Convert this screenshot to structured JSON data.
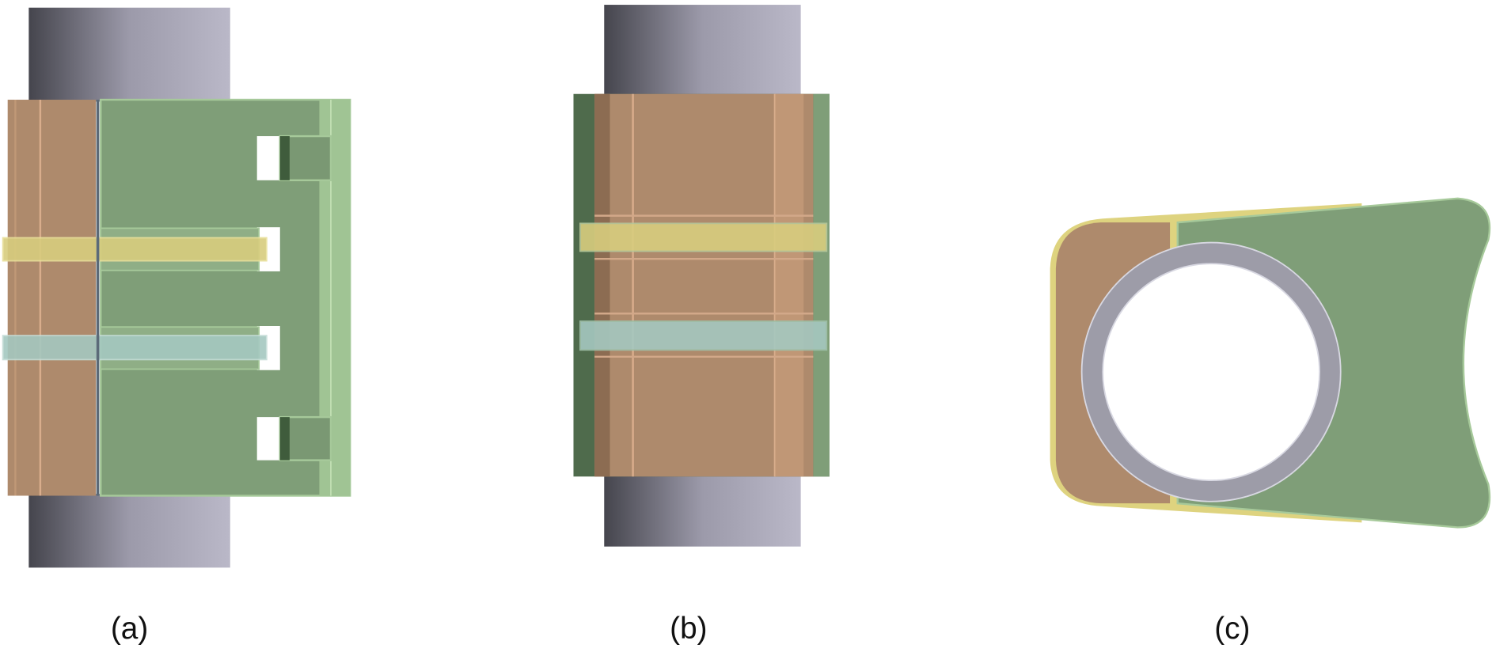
{
  "panels": [
    {
      "label": "(a)"
    },
    {
      "label": "(b)"
    },
    {
      "label": "(c)"
    }
  ],
  "colors": {
    "orange": "#ae8a6c",
    "orange_light": "#d4a98a",
    "green": "#7f9e78",
    "green_light": "#a6c99a",
    "yellow_band": "#d8cd7e",
    "blue_band": "#a5c8c0",
    "pipe_dark": "#4a4a52",
    "pipe_light": "#b6b4c4",
    "ring": "#9d9ca8"
  }
}
